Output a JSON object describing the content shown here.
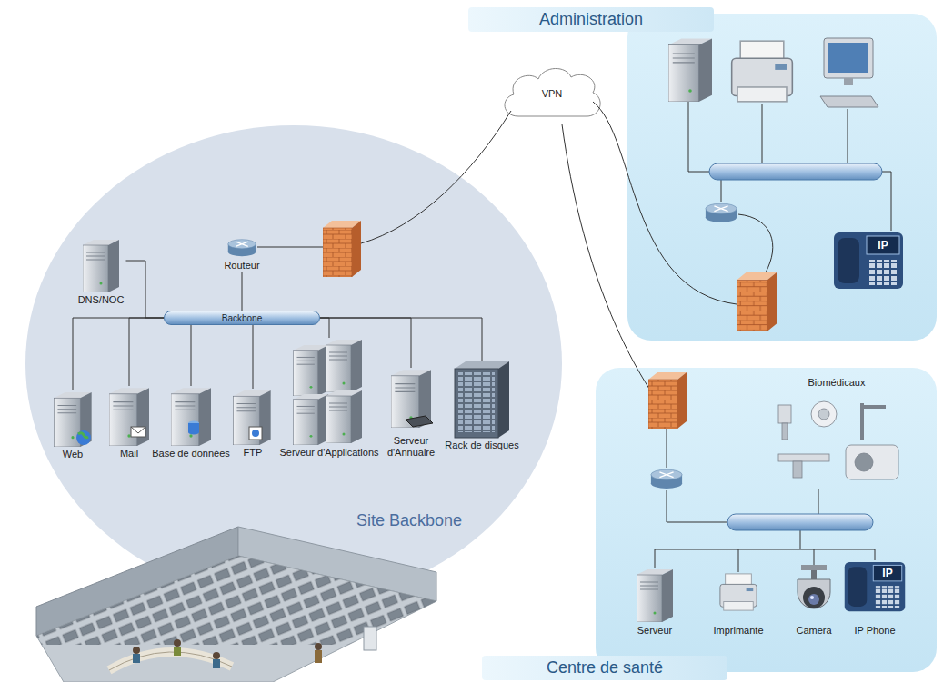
{
  "diagram": {
    "nodes": [
      {
        "text": [
          "Administration"
        ]
      },
      {
        "text": [
          "VPN"
        ]
      },
      {
        "text": [
          "Site Backbone"
        ]
      },
      {
        "text": [
          "Routeur"
        ],
        "in": 2
      },
      {
        "text": [
          "DNS/NOC"
        ],
        "in": 2
      },
      {
        "text": [
          "Backbone"
        ],
        "in": 2
      },
      {
        "text": [
          "Web"
        ],
        "in": 2
      },
      {
        "text": [
          "Mail"
        ],
        "in": 2
      },
      {
        "text": [
          "Base de données"
        ],
        "in": 2
      },
      {
        "text": [
          "FTP"
        ],
        "in": 2
      },
      {
        "text": [
          "Serveur d'Applications"
        ],
        "in": 2
      },
      {
        "text": [
          "Serveur d'Annuaire"
        ],
        "in": 2
      },
      {
        "text": [
          "Rack de disques"
        ],
        "in": 2
      },
      {
        "text": [
          "Centre de santé"
        ]
      },
      {
        "text": [
          "Biomédicaux"
        ],
        "in": 13
      },
      {
        "text": [
          "Serveur"
        ],
        "in": 13
      },
      {
        "text": [
          "Imprimante"
        ],
        "in": 13
      },
      {
        "text": [
          "Camera"
        ],
        "in": 13
      },
      {
        "text": [
          "IP Phone"
        ],
        "in": 13
      }
    ],
    "edges": [
      {
        "from": 3,
        "to": 5,
        "arrow": "none"
      },
      {
        "from": 4,
        "to": 5,
        "arrow": "none"
      },
      {
        "from": 5,
        "to": 6,
        "arrow": "none"
      },
      {
        "from": 5,
        "to": 7,
        "arrow": "none"
      },
      {
        "from": 5,
        "to": 8,
        "arrow": "none"
      },
      {
        "from": 5,
        "to": 9,
        "arrow": "none"
      },
      {
        "from": 5,
        "to": 10,
        "arrow": "none"
      },
      {
        "from": 5,
        "to": 11,
        "arrow": "none"
      },
      {
        "from": 5,
        "to": 12,
        "arrow": "none"
      }
    ],
    "labels": [
      "IP",
      "IP"
    ]
  }
}
